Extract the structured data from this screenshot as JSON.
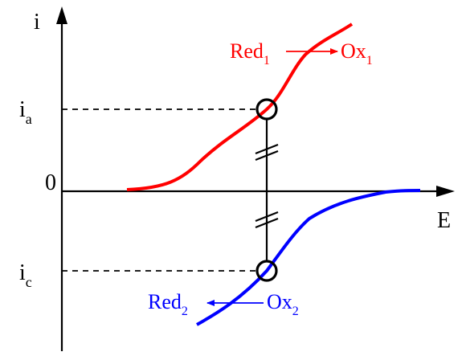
{
  "axes": {
    "y_label": "i",
    "x_label": "E",
    "origin_label": "0"
  },
  "currents": {
    "anodic": {
      "symbol": "i",
      "subscript": "a"
    },
    "cathodic": {
      "symbol": "i",
      "subscript": "c"
    }
  },
  "anodic_couple": {
    "reduced": "Red",
    "reduced_index": "1",
    "oxidized": "Ox",
    "oxidized_index": "1"
  },
  "cathodic_couple": {
    "reduced": "Red",
    "reduced_index": "2",
    "oxidized": "Ox",
    "oxidized_index": "2"
  },
  "colors": {
    "anodic_curve": "#ff0000",
    "cathodic_curve": "#0000ff",
    "axes": "#000000"
  },
  "icons": {
    "arrow_right": "arrow-right-icon",
    "arrow_left": "arrow-left-icon",
    "equality_marker": "double-slash-icon",
    "intersection_marker": "circle-icon"
  }
}
